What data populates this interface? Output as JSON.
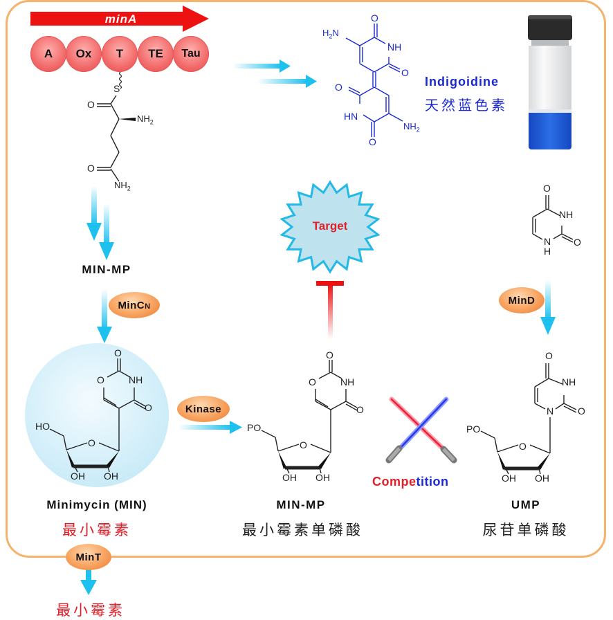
{
  "gene": {
    "label": "minA",
    "arrow_color": "#ee1111"
  },
  "domains": [
    "A",
    "Ox",
    "T",
    "TE",
    "Tau"
  ],
  "substrate": {
    "atoms": {
      "thioester_s": "S",
      "carbonyl_o": "O",
      "amine": "NH2",
      "amide_o": "O",
      "amide_n": "NH2"
    }
  },
  "indigoidine": {
    "name": "Indigoidine",
    "name_cn": "天然蓝色素",
    "atoms": {
      "o_top": "O",
      "h2n_top": "H2N",
      "nh_top": "NH",
      "o_right": "O",
      "o_left": "O",
      "hn_bottom": "HN",
      "nh2_bottom": "NH2",
      "o_bottom": "O"
    },
    "color": "#1a2ad0"
  },
  "vial": {
    "cap_color": "#2a2a2a",
    "liquid_color": "#1f5fd6"
  },
  "intermediate": {
    "label": "MIN-MP"
  },
  "enzymes": {
    "minc": "MinC",
    "minc_sub": "N",
    "kinase": "Kinase",
    "mind": "MinD",
    "mint": "MinT"
  },
  "target": {
    "label": "Target",
    "fill": "#bfe3ee",
    "stroke": "#22b8e8",
    "text_color": "#e0202a"
  },
  "uracil": {
    "atoms": {
      "o_top": "O",
      "nh": "NH",
      "o_right": "O",
      "n_bottom": "N",
      "h_bottom": "H"
    }
  },
  "minimycin": {
    "label": "Minimycin (MIN)",
    "label_cn": "最小霉素",
    "atoms": {
      "o_top": "O",
      "o_ring": "O",
      "nh": "NH",
      "o_right": "O",
      "ho": "HO",
      "o_sugar": "O",
      "oh1": "OH",
      "oh2": "OH"
    }
  },
  "min_mp": {
    "label": "MIN-MP",
    "label_cn": "最小霉素单磷酸",
    "atoms": {
      "o_top": "O",
      "o_ring": "O",
      "nh": "NH",
      "o_right": "O",
      "po": "PO",
      "o_sugar": "O",
      "oh1": "OH",
      "oh2": "OH"
    }
  },
  "competition": {
    "part1": "Compe",
    "part2": "tition",
    "color1": "#e0202a",
    "color2": "#1a2ad0"
  },
  "ump": {
    "label": "UMP",
    "label_cn": "尿苷单磷酸",
    "atoms": {
      "o_top": "O",
      "nh": "NH",
      "o_right": "O",
      "n": "N",
      "po": "PO",
      "o_sugar": "O",
      "oh1": "OH",
      "oh2": "OH"
    }
  },
  "export": {
    "label_cn": "最小霉素"
  },
  "colors": {
    "frame": "#f5b26b",
    "arrow": "#1ec0ee",
    "inhibit": "#ee1111"
  }
}
